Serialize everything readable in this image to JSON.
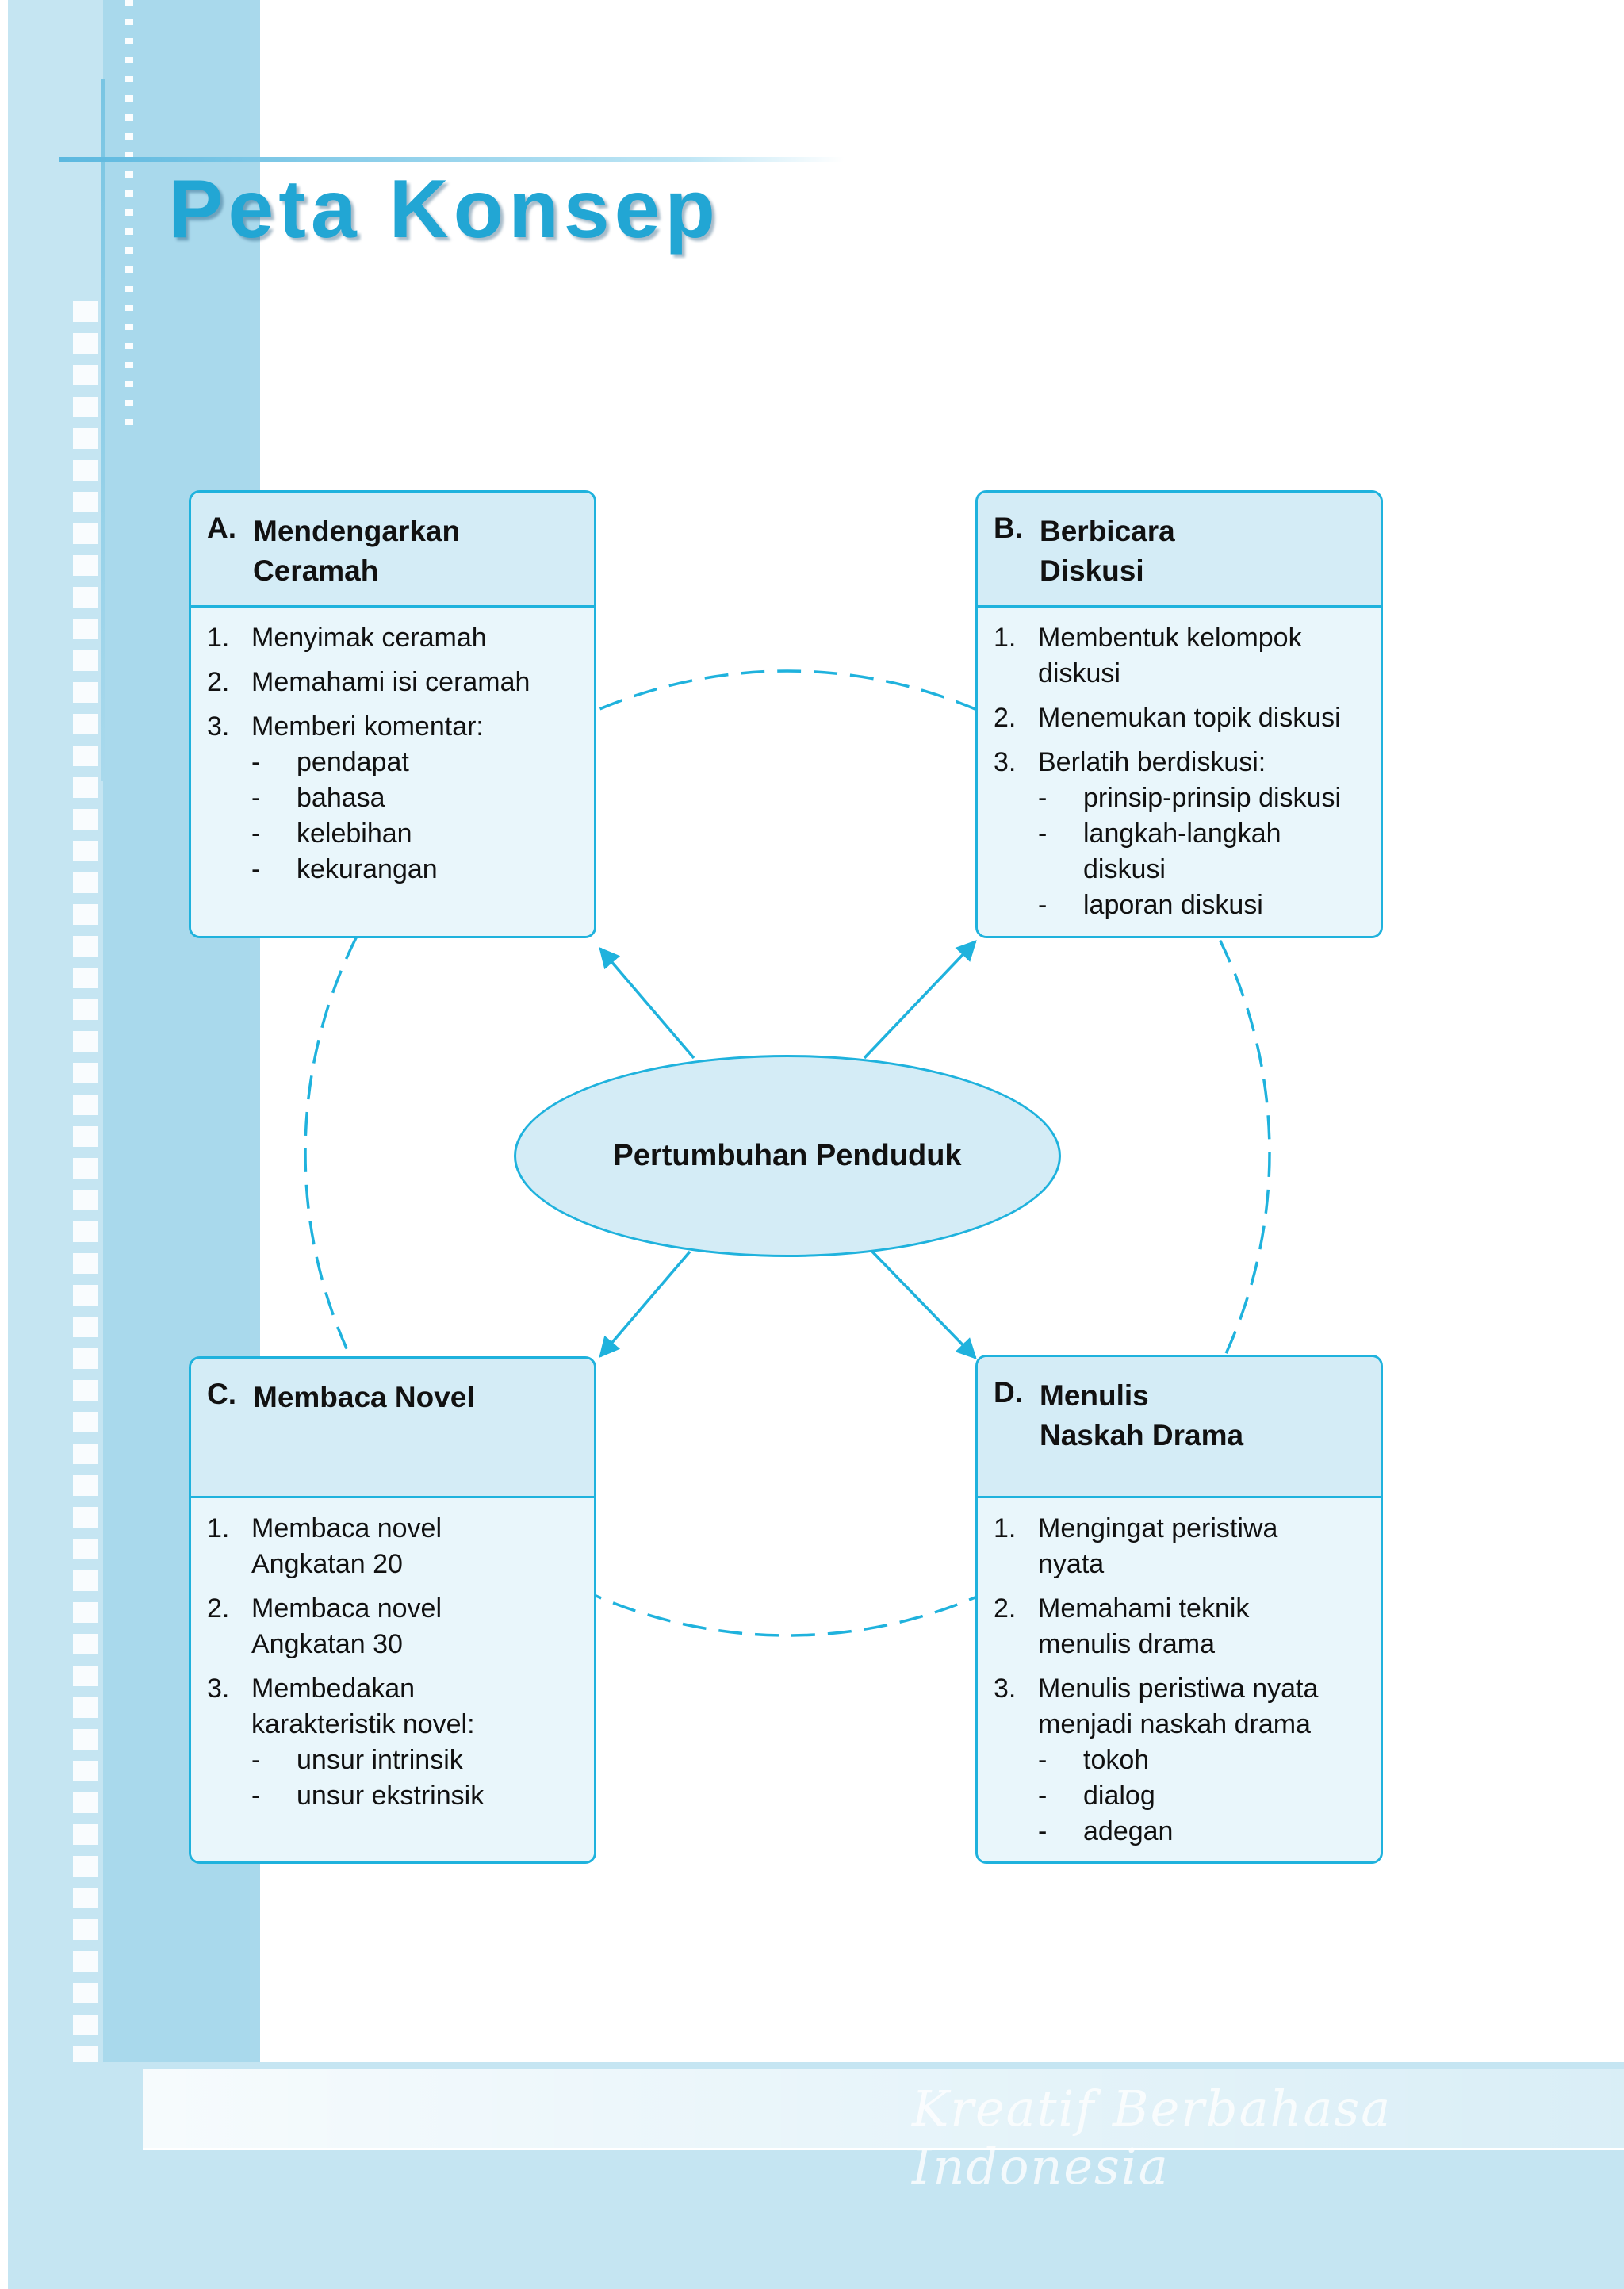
{
  "page": {
    "title": "Peta Konsep",
    "watermark": "Kreatif Berbahasa Indonesia"
  },
  "colors": {
    "accent": "#1fb2dd",
    "box_fill": "#ddf0f8",
    "band": "#c5e5f2",
    "title": "#22a6d4"
  },
  "center": {
    "label": "Pertumbuhan Penduduk"
  },
  "boxes": [
    {
      "letter": "A.",
      "title_lines": [
        "Mendengarkan",
        "Ceramah"
      ],
      "items": [
        {
          "num": "1.",
          "lines": [
            "Menyimak ceramah"
          ]
        },
        {
          "num": "2.",
          "lines": [
            "Memahami isi ceramah"
          ]
        },
        {
          "num": "3.",
          "lines": [
            "Memberi komentar:"
          ],
          "subs": [
            {
              "dash": "-",
              "lines": [
                "pendapat"
              ]
            },
            {
              "dash": "-",
              "lines": [
                "bahasa"
              ]
            },
            {
              "dash": "-",
              "lines": [
                "kelebihan"
              ]
            },
            {
              "dash": "-",
              "lines": [
                "kekurangan"
              ]
            }
          ]
        }
      ]
    },
    {
      "letter": "B.",
      "title_lines": [
        "Berbicara",
        "Diskusi"
      ],
      "items": [
        {
          "num": "1.",
          "lines": [
            "Membentuk kelompok",
            "diskusi"
          ]
        },
        {
          "num": "2.",
          "lines": [
            "Menemukan topik diskusi"
          ]
        },
        {
          "num": "3.",
          "lines": [
            "Berlatih berdiskusi:"
          ],
          "subs": [
            {
              "dash": "-",
              "lines": [
                "prinsip-prinsip diskusi"
              ]
            },
            {
              "dash": "-",
              "lines": [
                "langkah-langkah",
                "diskusi"
              ]
            },
            {
              "dash": "-",
              "lines": [
                "laporan diskusi"
              ]
            }
          ]
        }
      ]
    },
    {
      "letter": "C.",
      "title_lines": [
        "Membaca Novel"
      ],
      "items": [
        {
          "num": "1.",
          "lines": [
            "Membaca novel",
            "Angkatan 20"
          ]
        },
        {
          "num": "2.",
          "lines": [
            "Membaca novel",
            "Angkatan 30"
          ]
        },
        {
          "num": "3.",
          "lines": [
            "Membedakan",
            "karakteristik novel:"
          ],
          "subs": [
            {
              "dash": "-",
              "lines": [
                "unsur intrinsik"
              ]
            },
            {
              "dash": "-",
              "lines": [
                "unsur ekstrinsik"
              ]
            }
          ]
        }
      ]
    },
    {
      "letter": "D.",
      "title_lines": [
        "Menulis",
        "Naskah Drama"
      ],
      "items": [
        {
          "num": "1.",
          "lines": [
            "Mengingat peristiwa",
            "nyata"
          ]
        },
        {
          "num": "2.",
          "lines": [
            "Memahami teknik",
            "menulis drama"
          ]
        },
        {
          "num": "3.",
          "lines": [
            "Menulis peristiwa nyata",
            "menjadi naskah drama"
          ],
          "subs": [
            {
              "dash": "-",
              "lines": [
                "tokoh"
              ]
            },
            {
              "dash": "-",
              "lines": [
                "dialog"
              ]
            },
            {
              "dash": "-",
              "lines": [
                "adegan"
              ]
            }
          ]
        }
      ]
    }
  ]
}
